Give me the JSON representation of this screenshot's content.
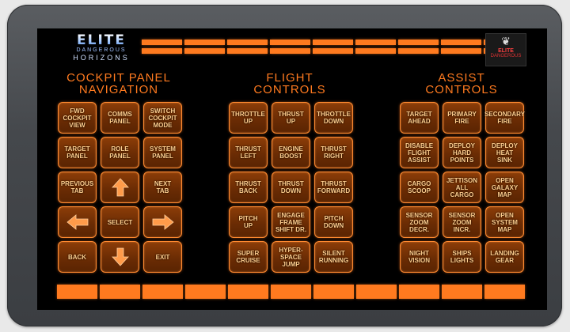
{
  "logo_left": {
    "line1": "ELITE",
    "line2": "DANGEROUS",
    "line3": "HORIZONS"
  },
  "logo_right": {
    "title": "ELITE",
    "subtitle": "DANGEROUS"
  },
  "sections": {
    "cockpit": {
      "title_line1": "COCKPIT PANEL",
      "title_line2": "NAVIGATION"
    },
    "flight": {
      "title_line1": "FLIGHT",
      "title_line2": "CONTROLS"
    },
    "assist": {
      "title_line1": "ASSIST",
      "title_line2": "CONTROLS"
    }
  },
  "cockpit_buttons": [
    {
      "label": "FWD\nCOCKPIT\nVIEW"
    },
    {
      "label": "COMMS\nPANEL"
    },
    {
      "label": "SWITCH\nCOCKPIT\nMODE"
    },
    {
      "label": "TARGET\nPANEL"
    },
    {
      "label": "ROLE\nPANEL"
    },
    {
      "label": "SYSTEM\nPANEL"
    },
    {
      "label": "PREVIOUS\nTAB"
    },
    {
      "icon": "arrow-up-icon"
    },
    {
      "label": "NEXT\nTAB"
    },
    {
      "icon": "arrow-left-icon"
    },
    {
      "label": "SELECT"
    },
    {
      "icon": "arrow-right-icon"
    },
    {
      "label": "BACK"
    },
    {
      "icon": "arrow-down-icon"
    },
    {
      "label": "EXIT"
    }
  ],
  "flight_buttons": [
    {
      "label": "THROTTLE\nUP"
    },
    {
      "label": "THRUST\nUP"
    },
    {
      "label": "THROTTLE\nDOWN"
    },
    {
      "label": "THRUST\nLEFT"
    },
    {
      "label": "ENGINE\nBOOST"
    },
    {
      "label": "THRUST\nRIGHT"
    },
    {
      "label": "THRUST\nBACK"
    },
    {
      "label": "THRUST\nDOWN"
    },
    {
      "label": "THRUST\nFORWARD"
    },
    {
      "label": "PITCH\nUP"
    },
    {
      "label": "ENGAGE\nFRAME\nSHIFT DR."
    },
    {
      "label": "PITCH\nDOWN"
    },
    {
      "label": "SUPER\nCRUISE"
    },
    {
      "label": "HYPER-\nSPACE\nJUMP"
    },
    {
      "label": "SILENT\nRUNNING"
    }
  ],
  "assist_buttons": [
    {
      "label": "TARGET\nAHEAD"
    },
    {
      "label": "PRIMARY\nFIRE"
    },
    {
      "label": "SECONDARY\nFIRE"
    },
    {
      "label": "DISABLE\nFLIGHT\nASSIST"
    },
    {
      "label": "DEPLOY\nHARD\nPOINTS"
    },
    {
      "label": "DEPLOY\nHEAT\nSINK"
    },
    {
      "label": "CARGO\nSCOOP"
    },
    {
      "label": "JETTISON\nALL\nCARGO"
    },
    {
      "label": "OPEN\nGALAXY\nMAP"
    },
    {
      "label": "SENSOR\nZOOM\nDECR."
    },
    {
      "label": "SENSOR\nZOOM\nINCR."
    },
    {
      "label": "OPEN\nSYSTEM\nMAP"
    },
    {
      "label": "NIGHT\nVISION"
    },
    {
      "label": "SHIPS\nLIGHTS"
    },
    {
      "label": "LANDING\nGEAR"
    }
  ],
  "colors": {
    "accent": "#ff7a1f",
    "button_fill": "#6b2c04",
    "label": "#ffcf8f",
    "screen": "#000000"
  }
}
